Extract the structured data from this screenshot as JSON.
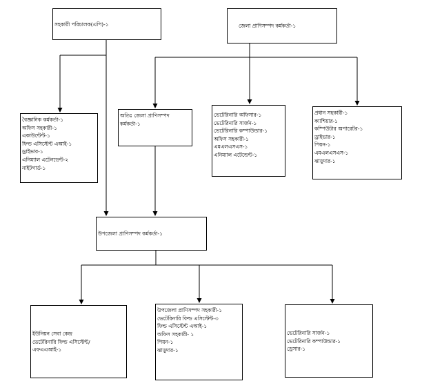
{
  "boxes": {
    "director": {
      "lines": [
        "সহকারী পরিচালক(এপি)-১"
      ]
    },
    "dlo": {
      "lines": [
        "জেলা প্রাণিসম্পদ কর্মকর্তা-১"
      ]
    },
    "left_staff": {
      "lines": [
        "বৈজ্ঞানিক কর্মকর্তা-১",
        "অফিস সহকারী-১",
        "একাউন্টেন্ট-১",
        "ফিল্ড এসিস্টেন্ট এআই-১",
        "ড্রাইভার-১",
        "এনিম্যাল এটেনডেন্ট-২",
        "নাইটগার্ড-১"
      ]
    },
    "addl_dlo": {
      "lines": [
        "অতিঃ জেলা প্রাণিসম্পদ",
        "কর্মকর্তা-১"
      ]
    },
    "vet_staff": {
      "lines": [
        "ভেটেরিনারি অফিসার-১",
        "ভেটেরিনারি সার্জন-১",
        "ভেটেরিনারি কম্পাউন্ডার-১",
        "অফিস সহকারী-১",
        "এমএলএসএস-১",
        "এনিম্যাল এটেন্ডেন্ট-১"
      ]
    },
    "admin_staff": {
      "lines": [
        "প্রধান সহকারী-১",
        "ক্যাশিয়ার-১",
        "কম্পিউটার অপারেটর-১",
        "ড্রাইভার-১",
        "পিয়ন-১",
        "এমএলএসএস-১",
        "ঝাড়ুদার-১"
      ]
    },
    "ulo": {
      "lines": [
        "উপজেলা প্রাণিসম্পদ কর্মকর্তা-১"
      ]
    },
    "union": {
      "lines": [
        "ইউনিয়ন সেবা কেন্দ্র",
        "ভেটেরিনারি ফিল্ড এসিস্টেন্ট/",
        "এফএএআই-১"
      ]
    },
    "upazila_staff": {
      "lines": [
        "উপজেলা প্রাণিসম্পদ সহকারী-১",
        "ভেটেরিনারি ফিল্ড এসিস্টেন্ট-৩",
        "ফিল্ড এসিস্টেন্ট এআই-১",
        "অফিস সহকারী- ১",
        "পিয়ন-১",
        "ঝাড়ুদার-১"
      ]
    },
    "field_vet": {
      "lines": [
        "ভেটেরিনারি সার্জন-১",
        "ভেটেরিনারি কম্পাউন্ডার-১",
        "ড্রেসার-১"
      ]
    }
  }
}
